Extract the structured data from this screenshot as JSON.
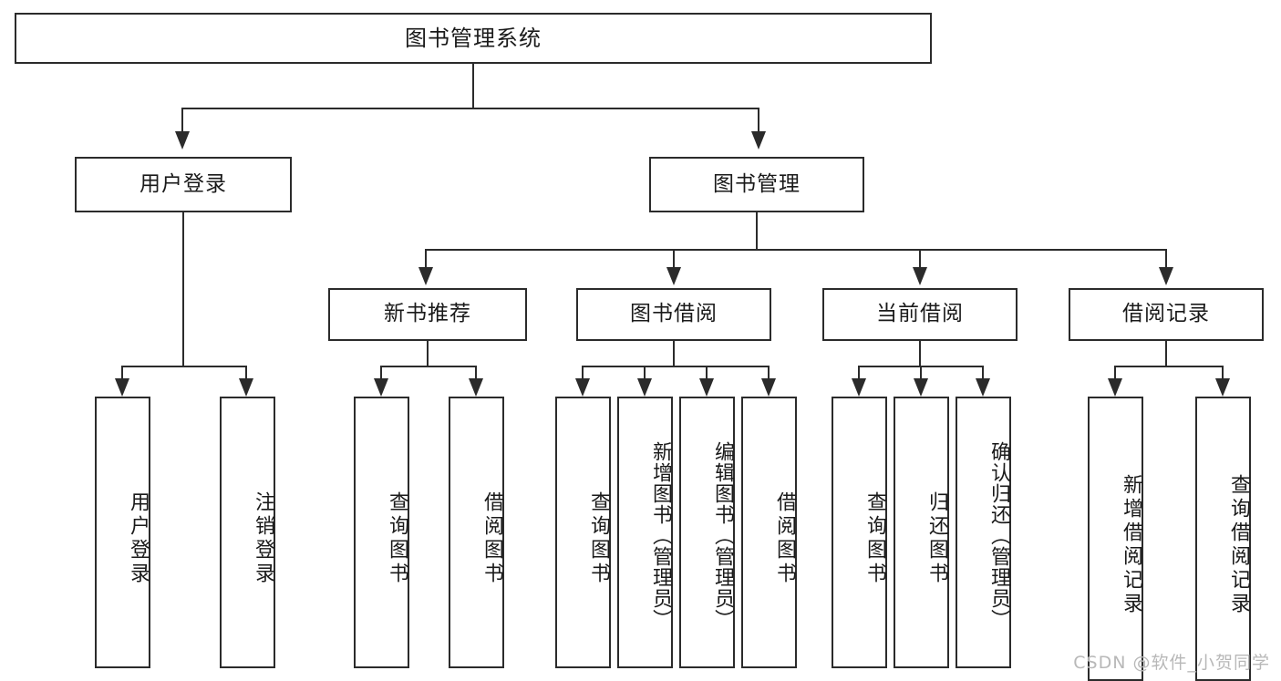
{
  "diagram": {
    "title": "图书管理系统",
    "type": "功能结构图",
    "root": {
      "label": "图书管理系统"
    },
    "level1": [
      {
        "label": "用户登录"
      },
      {
        "label": "图书管理"
      }
    ],
    "level2": [
      {
        "label": "新书推荐"
      },
      {
        "label": "图书借阅"
      },
      {
        "label": "当前借阅"
      },
      {
        "label": "借阅记录"
      }
    ],
    "leaves": {
      "user_login": [
        {
          "label": "用户登录"
        },
        {
          "label": "注销登录"
        }
      ],
      "new_book_recommend": [
        {
          "label": "查询图书"
        },
        {
          "label": "借阅图书"
        }
      ],
      "book_borrow": [
        {
          "label": "查询图书"
        },
        {
          "label": "新增图书（管理员）"
        },
        {
          "label": "编辑图书（管理员）"
        },
        {
          "label": "借阅图书"
        }
      ],
      "current_borrow": [
        {
          "label": "查询图书"
        },
        {
          "label": "归还图书"
        },
        {
          "label": "确认归还（管理员）"
        }
      ],
      "borrow_record": [
        {
          "label": "新增借阅记录"
        },
        {
          "label": "查询借阅记录"
        }
      ]
    }
  },
  "watermark": {
    "text": "CSDN @软件_小贺同学"
  },
  "colors": {
    "stroke": "#2b2b2b",
    "background": "#ffffff",
    "text": "#1a1a1a",
    "watermark": "#b8b8b8"
  }
}
